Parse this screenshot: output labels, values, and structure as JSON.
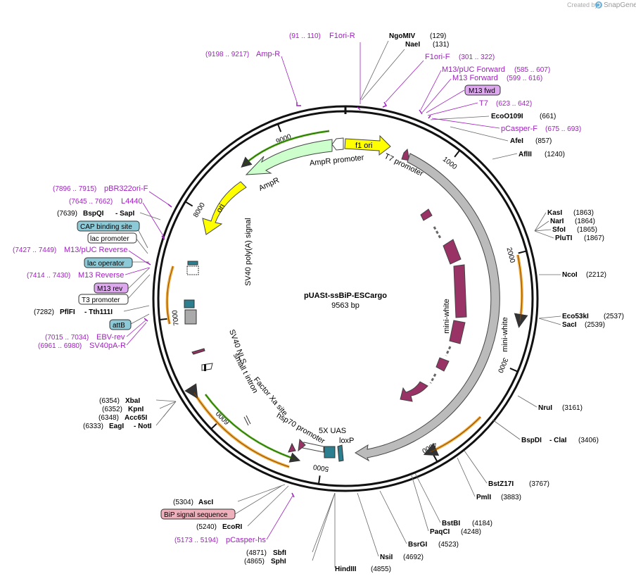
{
  "header": {
    "created_by": "Created by",
    "brand": "SnapGene",
    "logo_icon": "snapgene-logo-icon"
  },
  "plasmid": {
    "name": "pUASt-ssBiP-ESCargo",
    "length_label": "9563 bp"
  },
  "ticks": [
    "1000",
    "2000",
    "3000",
    "4000",
    "5000",
    "6000",
    "7000",
    "8000",
    "9000"
  ],
  "enzymes": [
    {
      "name": "NgoMIV",
      "pos": "(129)"
    },
    {
      "name": "NaeI",
      "pos": "(131)"
    },
    {
      "name": "EcoO109I",
      "pos": "(661)"
    },
    {
      "name": "AfeI",
      "pos": "(857)"
    },
    {
      "name": "AflII",
      "pos": "(1240)"
    },
    {
      "name": "KasI",
      "pos": "(1863)"
    },
    {
      "name": "NarI",
      "pos": "(1864)"
    },
    {
      "name": "SfoI",
      "pos": "(1865)"
    },
    {
      "name": "PluTI",
      "pos": "(1867)"
    },
    {
      "name": "NcoI",
      "pos": "(2212)"
    },
    {
      "name": "Eco53kI",
      "pos": "(2537)"
    },
    {
      "name": "SacI",
      "pos": "(2539)"
    },
    {
      "name": "NruI",
      "pos": "(3161)"
    },
    {
      "name": "BspDI",
      "pos": "(3406)",
      "alt": "- ClaI"
    },
    {
      "name": "BstZ17I",
      "pos": "(3767)"
    },
    {
      "name": "PmlI",
      "pos": "(3883)"
    },
    {
      "name": "BstBI",
      "pos": "(4184)"
    },
    {
      "name": "PaqCI",
      "pos": "(4248)"
    },
    {
      "name": "BsrGI",
      "pos": "(4523)"
    },
    {
      "name": "NsiI",
      "pos": "(4692)"
    },
    {
      "name": "HindIII",
      "pos": "(4855)"
    },
    {
      "name": "SbfI",
      "pos": "(4871)"
    },
    {
      "name": "SphI",
      "pos": "(4865)"
    },
    {
      "name": "EcoRI",
      "pos": "(5240)"
    },
    {
      "name": "AscI",
      "pos": "(5304)"
    },
    {
      "name": "EagI",
      "pos": "(6333)",
      "alt": "- NotI"
    },
    {
      "name": "Acc65I",
      "pos": "(6348)"
    },
    {
      "name": "KpnI",
      "pos": "(6352)"
    },
    {
      "name": "XbaI",
      "pos": "(6354)"
    },
    {
      "name": "PflFI",
      "pos": "(7282)",
      "alt": "- Tth111I"
    },
    {
      "name": "BspQI",
      "pos": "(7639)",
      "alt": "- SapI"
    }
  ],
  "primers": [
    {
      "name": "F1ori-R",
      "pos": "(91 .. 110)"
    },
    {
      "name": "Amp-R",
      "pos": "(9198 .. 9217)"
    },
    {
      "name": "F1ori-F",
      "pos": "(301 .. 322)"
    },
    {
      "name": "M13/pUC Forward",
      "pos": "(585 .. 607)"
    },
    {
      "name": "M13 Forward",
      "pos": "(599 .. 616)"
    },
    {
      "name": "T7",
      "pos": "(623 .. 642)"
    },
    {
      "name": "pCasper-F",
      "pos": "(675 .. 693)"
    },
    {
      "name": "pBR322ori-F",
      "pos": "(7896 .. 7915)"
    },
    {
      "name": "L4440",
      "pos": "(7645 .. 7662)"
    },
    {
      "name": "M13/pUC Reverse",
      "pos": "(7427 .. 7449)"
    },
    {
      "name": "M13 Reverse",
      "pos": "(7414 .. 7430)"
    },
    {
      "name": "EBV-rev",
      "pos": "(7015 .. 7034)"
    },
    {
      "name": "SV40pA-R",
      "pos": "(6961 .. 6980)"
    },
    {
      "name": "pCasper-hs",
      "pos": "(5173 .. 5194)"
    }
  ],
  "boxed": {
    "m13_fwd": "M13 fwd",
    "cap_site": "CAP binding site",
    "lac_promoter": "lac promoter",
    "lac_operator": "lac operator",
    "m13_rev": "M13 rev",
    "t3_promoter": "T3 promoter",
    "attb": "attB",
    "bip": "BiP signal sequence"
  },
  "features": {
    "f1_ori": "f1 ori",
    "ampr_promoter": "AmpR promoter",
    "ampr": "AmpR",
    "ori": "ori",
    "t7_promoter": "T7 promoter",
    "mini_white_outer": "mini-white",
    "mini_white_inner": "mini-white",
    "sv40_polya": "SV40 poly(A) signal",
    "sv40_nls": "SV40 NLS",
    "small_t_intron": "small t intron",
    "factor_xa": "Factor Xa site",
    "hsp70": "hsp70 promoter",
    "uas": "5X UAS",
    "loxp": "loxP"
  },
  "colors": {
    "primer": "#a020c0",
    "f1ori": "#ffff00",
    "ampr": "#ccffcc",
    "grey": "#bbbbbb",
    "maroon": "#993366",
    "teal": "#2d7f8f",
    "orange": "#f0b040",
    "green": "#66bb33"
  }
}
